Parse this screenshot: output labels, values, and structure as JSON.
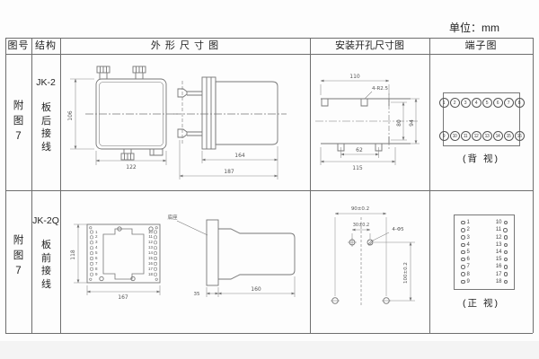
{
  "unit_label": "单位：mm",
  "colors": {
    "grid_line": "#6e6e6e",
    "drawing_line": "#777777",
    "text": "#222222",
    "background": "#fdfdfd"
  },
  "header": {
    "fig_no": "图号",
    "structure": "结构",
    "outline": "外 形 尺 寸 图",
    "install": "安装开孔尺寸图",
    "terminal": "端子图"
  },
  "rows": [
    {
      "fig_no": "附图7",
      "model": "JK-2",
      "wiring": "板后接线",
      "outline": {
        "height": "106",
        "width": "122",
        "depth_body": "164",
        "depth_total": "187"
      },
      "install": {
        "span_top": "110",
        "holes": "4-R2.5",
        "height_inner": "80",
        "height_outer": "94",
        "span_inner": "62",
        "span_bottom": "115"
      },
      "terminal": {
        "view": "(背 视)",
        "row_top": [
          "1",
          "2",
          "3",
          "4",
          "5",
          "6",
          "7",
          "8"
        ],
        "row_bottom": [
          "9",
          "10",
          "11",
          "12",
          "13",
          "14",
          "15",
          "16"
        ]
      }
    },
    {
      "fig_no": "附图7",
      "model": "JK-2Q",
      "wiring": "板前接线",
      "outline": {
        "height": "118",
        "width": "167",
        "base_label": "底座",
        "base_depth": "35",
        "body_depth": "160",
        "left_terminals": [
          "1",
          "2",
          "3",
          "4",
          "5",
          "6",
          "7",
          "8",
          "9"
        ],
        "right_terminals": [
          "10",
          "11",
          "12",
          "13",
          "14",
          "15",
          "16",
          "17",
          "18"
        ]
      },
      "install": {
        "span_top": "90±0.2",
        "span_inner": "30±0.2",
        "holes": "4-Φ5",
        "height": "100±0.2"
      },
      "terminal": {
        "view": "(正 视)",
        "left": [
          "1",
          "2",
          "3",
          "4",
          "5",
          "6",
          "7",
          "8",
          "9"
        ],
        "right": [
          "10",
          "11",
          "12",
          "13",
          "14",
          "15",
          "16",
          "17",
          "18"
        ]
      }
    }
  ]
}
